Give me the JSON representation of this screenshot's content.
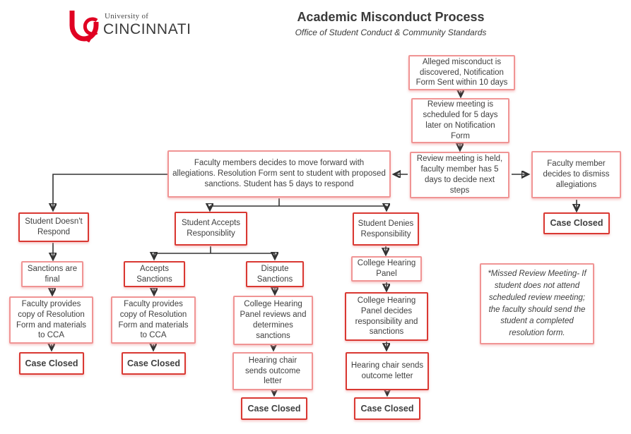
{
  "header": {
    "logo": {
      "monogram": "UC-monogram",
      "university_of": "University of",
      "cincinnati": "CINCINNATI"
    },
    "title": "Academic Misconduct Process",
    "subtitle": "Office of Student Conduct & Community Standards"
  },
  "colors": {
    "brand_red": "#e00122",
    "box_border_light": "#f09494",
    "box_border_strong": "#d93832",
    "arrow": "#333333",
    "text": "#3f3f3f"
  },
  "nodes": {
    "alleged": "Alleged misconduct is discovered, Notification Form Sent within 10 days",
    "review_scheduled": "Review meeting is scheduled for 5 days later on Notification Form",
    "review_held": "Review meeting is held, faculty member has 5 days to decide next steps",
    "dismiss": "Faculty member decides to dismiss allegiations",
    "case_closed_dismiss": "Case Closed",
    "move_forward": "Faculty members decides to move forward with allegiations. Resolution Form sent to student with proposed sanctions. Student has 5 days to respond",
    "student_no_respond": "Student Doesn't Respond",
    "student_accepts": "Student Accepts Responsiblity",
    "student_denies": "Student Denies Responsibility",
    "sanctions_final": "Sanctions are final",
    "accepts_sanctions": "Accepts Sanctions",
    "dispute_sanctions": "Dispute Sanctions",
    "college_hearing_panel": "College Hearing Panel",
    "faculty_provides_1": "Faculty provides copy of Resolution Form and materials to CCA",
    "faculty_provides_2": "Faculty provides copy of Resolution Form and materials to CCA",
    "chp_reviews": "College Hearing Panel reviews and determines sanctions",
    "chp_decides": "College Hearing Panel decides responsibility and sanctions",
    "hearing_chair_3": "Hearing chair sends outcome letter",
    "hearing_chair_4": "Hearing chair sends outcome letter",
    "case_closed_1": "Case Closed",
    "case_closed_2": "Case Closed",
    "case_closed_3": "Case Closed",
    "case_closed_4": "Case Closed",
    "note": "*Missed Review Meeting- If student does not attend scheduled review meeting; the faculty should send the student a completed resolution form."
  },
  "edges": [
    [
      "alleged",
      "review_scheduled"
    ],
    [
      "review_scheduled",
      "review_held"
    ],
    [
      "review_held",
      "move_forward"
    ],
    [
      "review_held",
      "dismiss"
    ],
    [
      "dismiss",
      "case_closed_dismiss"
    ],
    [
      "move_forward",
      "student_no_respond"
    ],
    [
      "move_forward",
      "student_accepts"
    ],
    [
      "move_forward",
      "student_denies"
    ],
    [
      "student_no_respond",
      "sanctions_final"
    ],
    [
      "sanctions_final",
      "faculty_provides_1"
    ],
    [
      "faculty_provides_1",
      "case_closed_1"
    ],
    [
      "student_accepts",
      "accepts_sanctions"
    ],
    [
      "student_accepts",
      "dispute_sanctions"
    ],
    [
      "accepts_sanctions",
      "faculty_provides_2"
    ],
    [
      "faculty_provides_2",
      "case_closed_2"
    ],
    [
      "dispute_sanctions",
      "chp_reviews"
    ],
    [
      "chp_reviews",
      "hearing_chair_3"
    ],
    [
      "hearing_chair_3",
      "case_closed_3"
    ],
    [
      "student_denies",
      "college_hearing_panel"
    ],
    [
      "college_hearing_panel",
      "chp_decides"
    ],
    [
      "chp_decides",
      "hearing_chair_4"
    ],
    [
      "hearing_chair_4",
      "case_closed_4"
    ]
  ]
}
